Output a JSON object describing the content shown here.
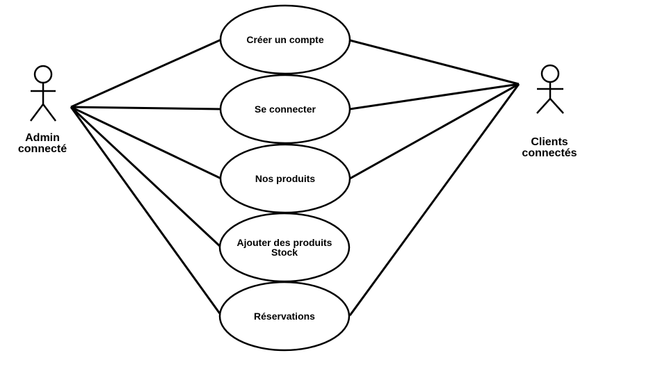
{
  "actors": {
    "admin": {
      "label_line1": "Admin",
      "label_line2": "connecté"
    },
    "client": {
      "label_line1": "Clients",
      "label_line2": "connectés"
    }
  },
  "use_cases": [
    {
      "lines": [
        "Créer un compte"
      ]
    },
    {
      "lines": [
        "Se connecter"
      ]
    },
    {
      "lines": [
        "Nos produits"
      ]
    },
    {
      "lines": [
        "Ajouter des produits",
        "Stock"
      ]
    },
    {
      "lines": [
        "Réservations"
      ]
    }
  ],
  "associations": {
    "admin": [
      0,
      1,
      2,
      3,
      4
    ],
    "client": [
      0,
      1,
      2,
      4
    ]
  }
}
